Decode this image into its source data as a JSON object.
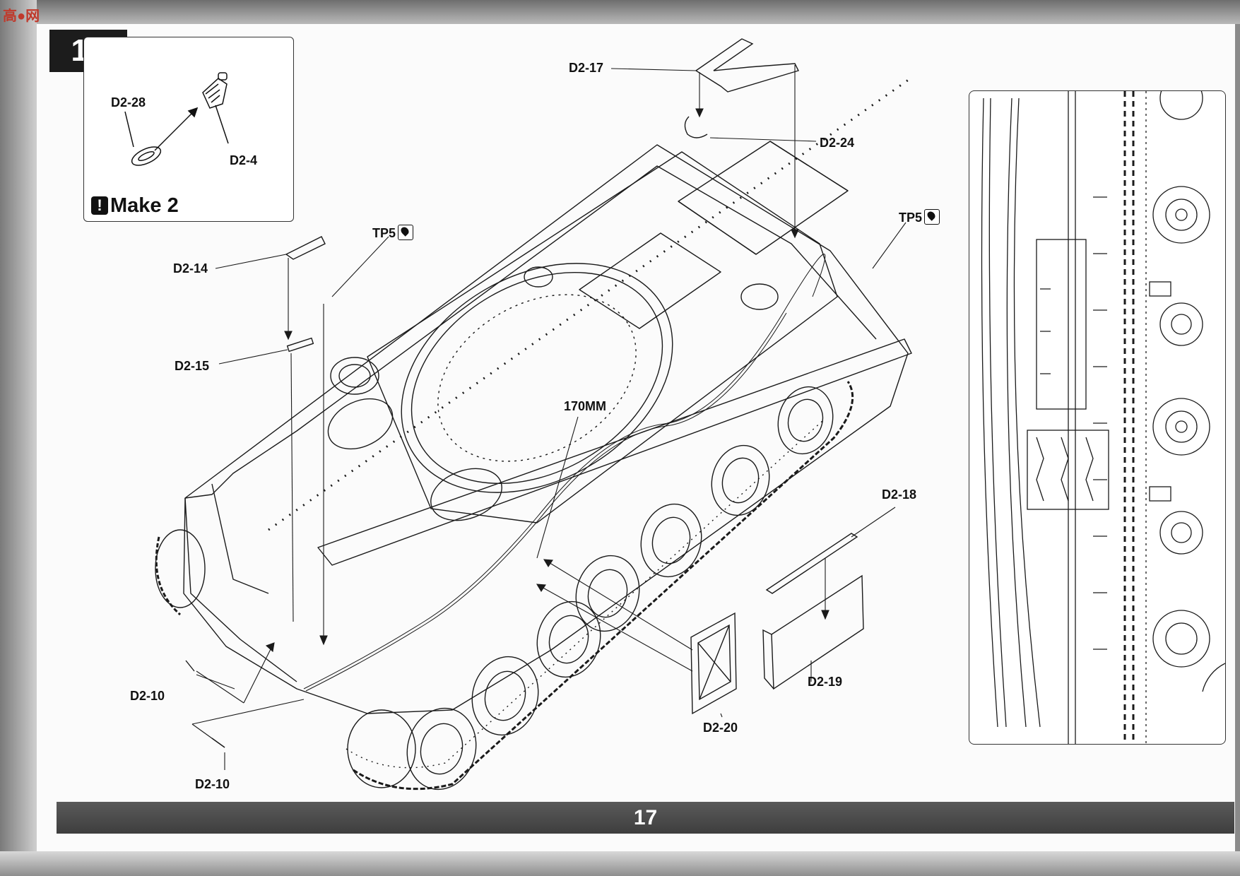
{
  "watermark": "高●网",
  "step": "19",
  "inset": {
    "labels": {
      "d2_28": "D2-28",
      "d2_4": "D2-4"
    },
    "note": "Make 2"
  },
  "labels": {
    "d2_17": "D2-17",
    "d2_24": "D2-24",
    "tp5_right": "TP5",
    "tp5_left": "TP5",
    "d2_14": "D2-14",
    "d2_15": "D2-15",
    "mm170": "170MM",
    "d2_18": "D2-18",
    "d2_19": "D2-19",
    "d2_20": "D2-20",
    "d2_10_a": "D2-10",
    "d2_10_b": "D2-10"
  },
  "page_number": "17"
}
